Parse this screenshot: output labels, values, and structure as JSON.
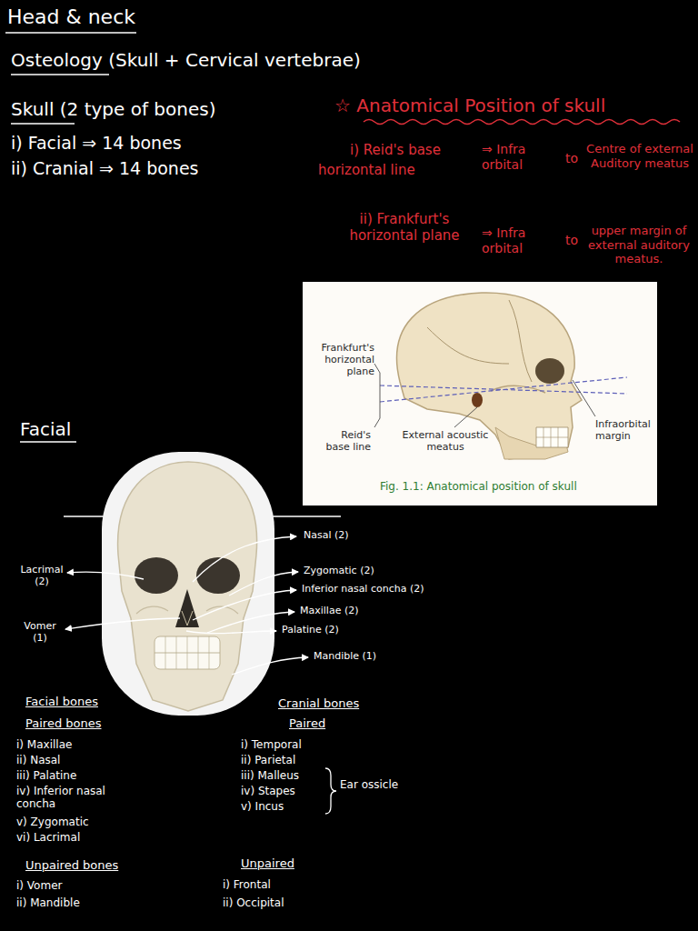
{
  "diagram": {
    "title": "Head & neck",
    "labels": [
      "Osteology (Skull + Cervical vertebrae)",
      "Skull (2 type of bones)",
      "i) Facial ⇒ 14 bones",
      "ii) Cranial ⇒ 14 bones",
      "☆ Anatomical Position of skull",
      "i) Reid's base",
      "horizontal line",
      "⇒ Infra orbital",
      "to",
      "Centre of external Auditory meatus",
      "ii) Frankfurt's horizontal plane",
      "⇒ Infra orbital",
      "to",
      "upper margin of external auditory meatus.",
      "Frankfurt's horizontal plane",
      "Reid's base line",
      "External acoustic meatus",
      "Infraorbital margin",
      "Fig. 1.1: Anatomical position of skull",
      "Facial",
      "Nasal (2)",
      "Zygomatic (2)",
      "Inferior nasal concha (2)",
      "Maxillae (2)",
      "Palatine (2)",
      "Mandible (1)",
      "Lacrimal (2)",
      "Vomer (1)",
      "Facial bones",
      "Paired bones",
      "i) Maxillae",
      "ii) Nasal",
      "iii) Palatine",
      "iv) Inferior nasal concha",
      "v) Zygomatic",
      "vi) Lacrimal",
      "Unpaired bones",
      "i) Vomer",
      "ii) Mandible",
      "Cranial bones",
      "Paired",
      "i) Temporal",
      "ii) Parietal",
      "iii) Malleus",
      "iv) Stapes",
      "v) Incus",
      "Ear ossicle",
      "Unpaired",
      "i) Frontal",
      "ii) Occipital"
    ]
  }
}
